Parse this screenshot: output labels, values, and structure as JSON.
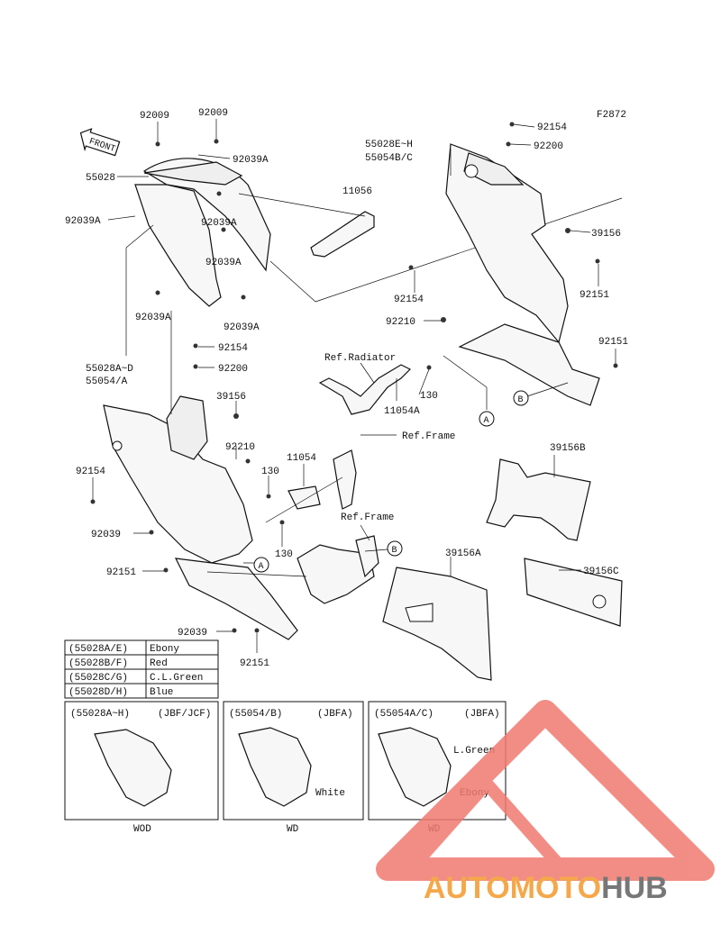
{
  "diagram": {
    "code": "F2872",
    "front_label": "FRONT",
    "parts": {
      "p92009a": "92009",
      "p92009b": "92009",
      "p55028": "55028",
      "p92039A_top": "92039A",
      "p92039A_left": "92039A",
      "p92039A_mid": "92039A",
      "p92039A_mid2": "92039A",
      "p92039A_lower": "92039A",
      "p92039A_lower2": "92039A",
      "p11056": "11056",
      "p92154_tr": "92154",
      "p92200_tr": "92200",
      "p55028EH": "55028E~H",
      "p55054BC": "55054B/C",
      "p39156_r": "39156",
      "p92154_m": "92154",
      "p92151_r1": "92151",
      "p92210_m": "92210",
      "p92151_r2": "92151",
      "p92154_l": "92154",
      "p92200_l": "92200",
      "p55028AD": "55028A~D",
      "p55054A": "55054/A",
      "p39156_l": "39156",
      "p92210_l": "92210",
      "p92154_l2": "92154",
      "p130_a": "130",
      "p11054": "11054",
      "p92039_l": "92039",
      "p130_b": "130",
      "p92151_l": "92151",
      "p92039_b": "92039",
      "p92151_b": "92151",
      "p130_c": "130",
      "p11054A": "11054A",
      "p39156B": "39156B",
      "p39156A": "39156A",
      "p39156C": "39156C"
    },
    "refs": {
      "radiator": "Ref.Radiator",
      "frame1": "Ref.Frame",
      "frame2": "Ref.Frame"
    },
    "markers": {
      "A": "A",
      "B": "B"
    }
  },
  "color_table": {
    "rows": [
      {
        "code": "(55028A/E)",
        "color": "Ebony"
      },
      {
        "code": "(55028B/F)",
        "color": "Red"
      },
      {
        "code": "(55028C/G)",
        "color": "C.L.Green"
      },
      {
        "code": "(55028D/H)",
        "color": "Blue"
      }
    ]
  },
  "variants": [
    {
      "code": "(55028A~H)",
      "model": "(JBF/JCF)",
      "caption": "WOD",
      "labels": []
    },
    {
      "code": "(55054/B)",
      "model": "(JBFA)",
      "caption": "WD",
      "labels": [
        "White"
      ]
    },
    {
      "code": "(55054A/C)",
      "model": "(JBFA)",
      "caption": "WD",
      "labels": [
        "L.Green",
        "Ebony"
      ]
    }
  ],
  "watermark": {
    "part1": "AUTOMOTO",
    "part2": "HUB",
    "color_logo": "#f07a70",
    "color_text": "#f5a84a",
    "color_hub": "#777777"
  }
}
